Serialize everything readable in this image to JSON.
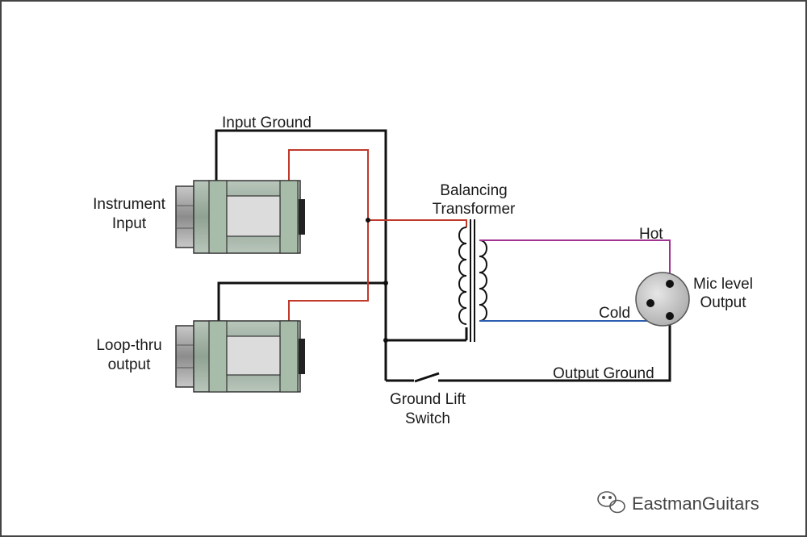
{
  "labels": {
    "input_ground": "Input Ground",
    "instrument_input_l1": "Instrument",
    "instrument_input_l2": "Input",
    "loop_thru_l1": "Loop-thru",
    "loop_thru_l2": "output",
    "transformer_l1": "Balancing",
    "transformer_l2": "Transformer",
    "hot": "Hot",
    "cold": "Cold",
    "mic_l1": "Mic level",
    "mic_l2": "Output",
    "output_ground": "Output Ground",
    "switch_l1": "Ground Lift",
    "switch_l2": "Switch"
  },
  "watermark": "EastmanGuitars",
  "colors": {
    "ground_wire": "#111111",
    "signal_wire": "#c0392b",
    "hot_wire": "#a0338f",
    "cold_wire": "#2a5db0",
    "jack_body": "#9fb0a2",
    "jack_window": "#dcdcdc",
    "xlr_body": "#c9c9c9",
    "frame": "#444444"
  },
  "icons": [
    "jack-icon",
    "transformer-icon",
    "xlr-connector-icon",
    "switch-icon",
    "wechat-icon"
  ]
}
